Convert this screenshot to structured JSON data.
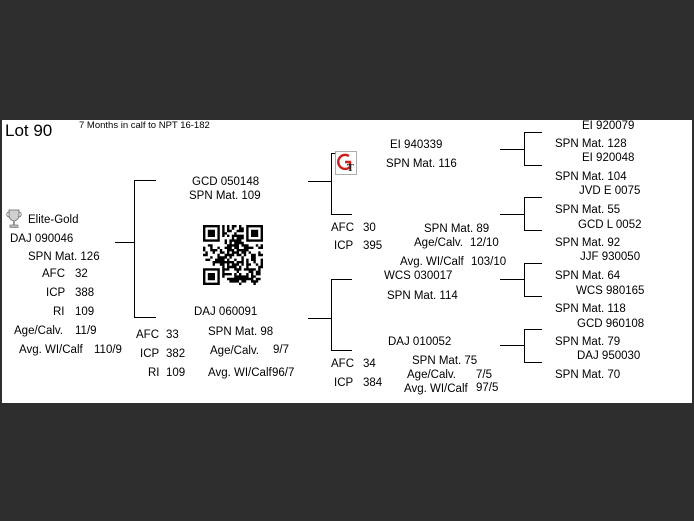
{
  "lot": {
    "title": "Lot 90",
    "note": "7 Months in calf to NPT 16-182"
  },
  "animal": {
    "award": "Elite-Gold",
    "id": "DAJ 090046",
    "spn": "SPN Mat. 126",
    "afc_label": "AFC",
    "afc": "32",
    "icp_label": "ICP",
    "icp": "388",
    "ri_label": "RI",
    "ri": "109",
    "age_label": "Age/Calv.",
    "age": "11/9",
    "avg_label": "Avg. WI/Calf",
    "avg": "110/9"
  },
  "sire": {
    "id": "GCD 050148",
    "spn": "SPN Mat. 109"
  },
  "dam": {
    "id": "DAJ 060091",
    "spn": "SPN Mat. 98",
    "afc_label": "AFC",
    "afc": "33",
    "icp_label": "ICP",
    "icp": "382",
    "ri_label": "RI",
    "ri": "109",
    "age_label": "Age/Calv.",
    "age": "9/7",
    "avg_label": "Avg. WI/Calf",
    "avg": "96/7"
  },
  "sire_sire": {
    "id": "EI  940339",
    "spn": "SPN Mat. 116"
  },
  "sire_dam": {
    "afc_label": "AFC",
    "afc": "30",
    "icp_label": "ICP",
    "icp": "395",
    "spn": "SPN Mat. 89",
    "age_label": "Age/Calv.",
    "age": "12/10",
    "avg_label": "Avg. WI/Calf",
    "avg": "103/10"
  },
  "dam_sire": {
    "id": "WCS 030017",
    "spn": "SPN Mat. 114"
  },
  "dam_dam": {
    "id": "DAJ 010052",
    "afc_label": "AFC",
    "afc": "34",
    "icp_label": "ICP",
    "icp": "384",
    "spn": "SPN Mat. 75",
    "age_label": "Age/Calv.",
    "age": "7/5",
    "avg_label": "Avg. WI/Calf",
    "avg": "97/5"
  },
  "gen4": [
    {
      "id": "EI  920079",
      "spn": "SPN Mat. 128"
    },
    {
      "id": "EI  920048",
      "spn": "SPN Mat. 104"
    },
    {
      "id": "JVD E 0075",
      "spn": "SPN Mat. 55"
    },
    {
      "id": "GCD L 0052",
      "spn": "SPN Mat. 92"
    },
    {
      "id": "JJF 930050",
      "spn": "SPN Mat. 64"
    },
    {
      "id": "WCS 980165",
      "spn": "SPN Mat. 118"
    },
    {
      "id": "GCD 960108",
      "spn": "SPN Mat. 79"
    },
    {
      "id": "DAJ 950030",
      "spn": "SPN Mat. 70"
    }
  ],
  "icons": {
    "trophy": "trophy-icon",
    "qr": "qr-code-icon",
    "logo": "gt-logo-icon"
  },
  "colors": {
    "background": "#2e2e2e",
    "sheet": "#ffffff",
    "logo_accent": "#cc1f1f"
  }
}
